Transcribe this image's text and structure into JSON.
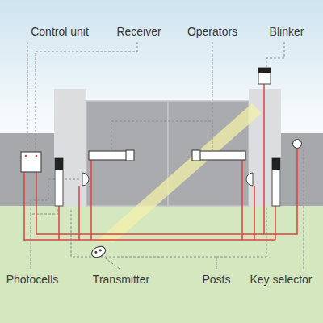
{
  "diagram": {
    "labels": [
      "Control unit",
      "Receiver",
      "Operators",
      "Blinker",
      "Photocells",
      "Transmitter",
      "Posts",
      "Key selector"
    ]
  }
}
